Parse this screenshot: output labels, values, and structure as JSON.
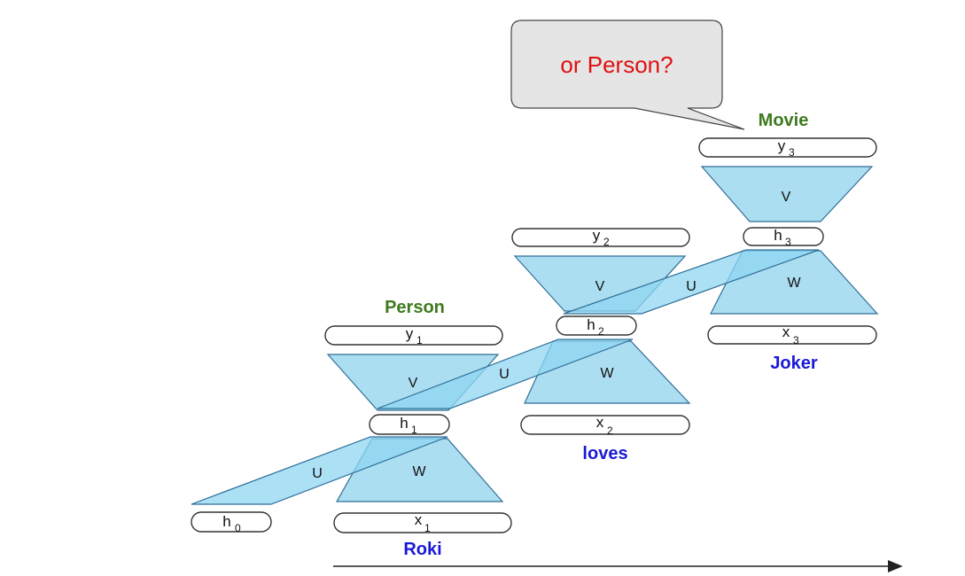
{
  "colors": {
    "word_blue": "#1a1ad6",
    "label_green": "#3d7a1e",
    "bubble_red": "#e01010",
    "block_fill": "#a8dcf0"
  },
  "bubble": {
    "text": "or Person?"
  },
  "words": {
    "input": [
      "Roki",
      "loves",
      "Joker"
    ],
    "output": [
      "Person",
      "Movie"
    ]
  },
  "nodes": {
    "h0": {
      "base": "h",
      "sub": "0"
    },
    "x1": {
      "base": "x",
      "sub": "1"
    },
    "h1": {
      "base": "h",
      "sub": "1"
    },
    "y1": {
      "base": "y",
      "sub": "1"
    },
    "x2": {
      "base": "x",
      "sub": "2"
    },
    "h2": {
      "base": "h",
      "sub": "2"
    },
    "y2": {
      "base": "y",
      "sub": "2"
    },
    "x3": {
      "base": "x",
      "sub": "3"
    },
    "h3": {
      "base": "h",
      "sub": "3"
    },
    "y3": {
      "base": "y",
      "sub": "3"
    }
  },
  "matrices": {
    "W": "W",
    "V": "V",
    "U": "U"
  }
}
